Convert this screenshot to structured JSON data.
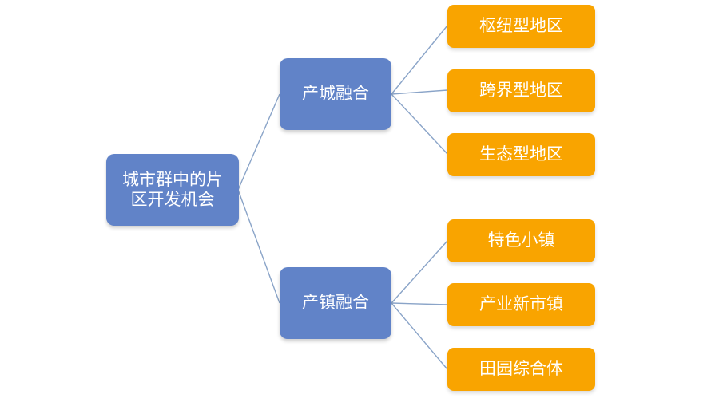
{
  "root": {
    "line1": "城市群中的片",
    "line2": "区开发机会"
  },
  "branches": [
    {
      "label": "产城融合",
      "children": [
        "枢纽型地区",
        "跨界型地区",
        "生态型地区"
      ]
    },
    {
      "label": "产镇融合",
      "children": [
        "特色小镇",
        "产业新市镇",
        "田园综合体"
      ]
    }
  ],
  "colors": {
    "blue_node": "#6183c8",
    "orange_node": "#f9a400",
    "connector": "#8aa4c8",
    "text": "#ffffff"
  }
}
